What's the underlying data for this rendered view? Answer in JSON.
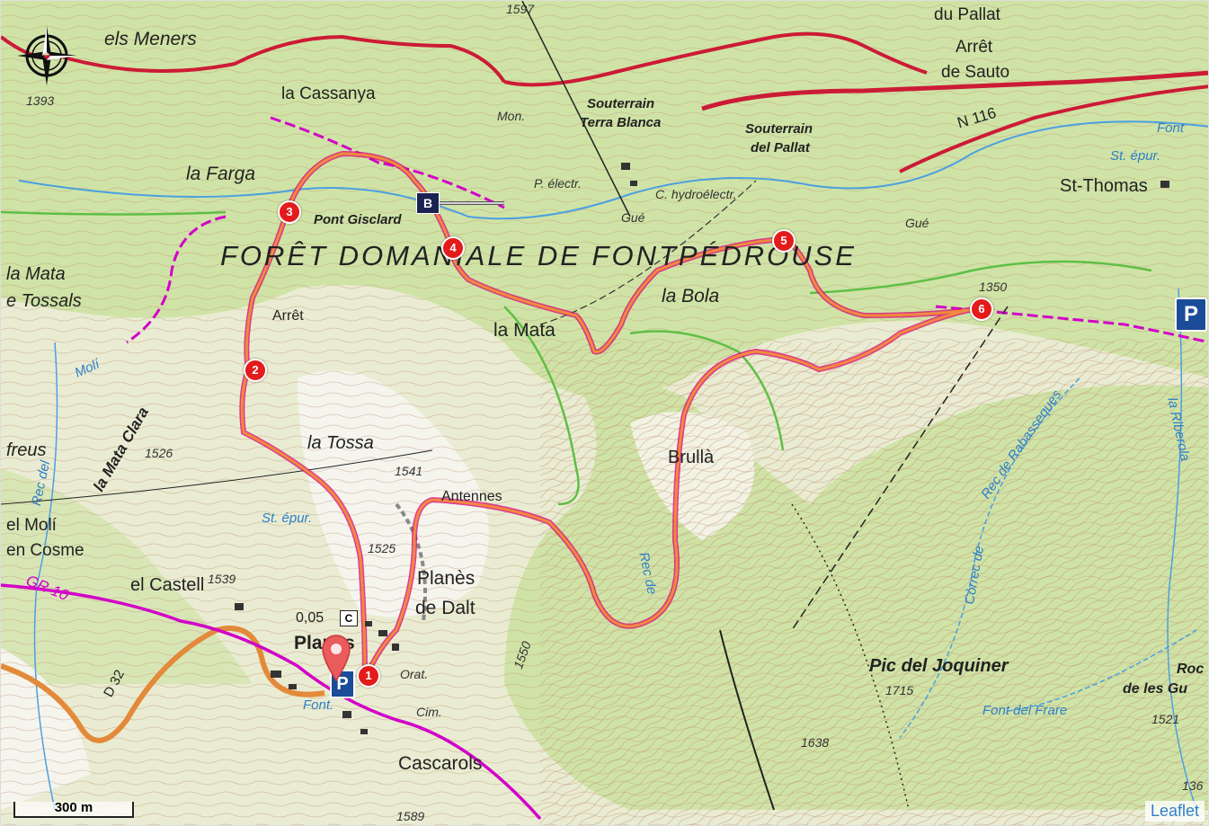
{
  "map": {
    "compass_icon": "compass-rose-icon",
    "pin_icon": "map-pin-icon",
    "scale_label": "300 m",
    "attribution": "Leaflet",
    "area_title": "FORÊT DOMANIALE DE FONTPÉDROUSE",
    "route_markers": [
      "1",
      "2",
      "3",
      "4",
      "5",
      "6"
    ],
    "signs": {
      "b": "B",
      "c": "C",
      "parking": "P"
    },
    "colors": {
      "route": "#e8542a",
      "route_outline": "#d8007a",
      "road": "#cc1b36",
      "gr": "#d200c8",
      "forest": "#cfe3a6",
      "contour": "#c79b7c",
      "water": "#4d9fe0"
    },
    "labels": {
      "els_meners": "els Meners",
      "la_cassanya": "la Cassanya",
      "la_farga": "la Farga",
      "pont_gisclard": "Pont Gisclard",
      "arret": "Arrêt",
      "la_mata_tossals_1": "la Mata",
      "la_mata_tossals_2": "e Tossals",
      "la_mata": "la Mata",
      "la_bola": "la Bola",
      "la_tossa": "la Tossa",
      "antennes": "Antennes",
      "brulla": "Brullà",
      "planes_de_dalt_1": "Planès",
      "planes_de_dalt_2": "de Dalt",
      "planes": "Planès",
      "el_castell": "el Castell",
      "el_moli": "el Molí",
      "en_cosme": "en Cosme",
      "gr10": "GR 10",
      "d32": "D 32",
      "freus": "freus",
      "la_mata_clara": "la Mata Clara",
      "cascarols": "Cascarols",
      "pic_del_joquiner": "Pic del Joquiner",
      "st_thomas": "St-Thomas",
      "n116": "N 116",
      "arret_de_sauto_1": "Arrêt",
      "arret_de_sauto_2": "de Sauto",
      "du_pallat": "du Pallat",
      "souterrain_terra_1": "Souterrain",
      "souterrain_terra_2": "Terra Blanca",
      "souterrain_pallat_1": "Souterrain",
      "souterrain_pallat_2": "del Pallat",
      "mon": "Mon.",
      "p_electr": "P. électr.",
      "c_hydro": "C. hydroélectr.",
      "gue1": "Gué",
      "gue2": "Gué",
      "font_top": "Font",
      "st_epur_top": "St. épur.",
      "st_epur": "St. épur.",
      "font_frare": "Font del Frare",
      "font_bottom": "Font.",
      "orat": "Orat.",
      "cim": "Cim.",
      "moli": "Molí",
      "rec_del": "Rec del",
      "rec_de": "Rec de",
      "rabasseques": "Rec de Rabasseques",
      "correc": "Còrrec de",
      "riberola": "la Riberola",
      "roc_1": "Roc",
      "roc_2": "de les Gu",
      "dist_005": "0,05"
    },
    "altitudes": {
      "a1393": "1393",
      "a1526": "1526",
      "a1541": "1541",
      "a1525": "1525",
      "a1539": "1539",
      "a1550": "1550",
      "a1350": "1350",
      "a1715": "1715",
      "a1638": "1638",
      "a1521": "1521",
      "a1589": "1589",
      "a1597": "1597",
      "a1363": "136"
    }
  }
}
